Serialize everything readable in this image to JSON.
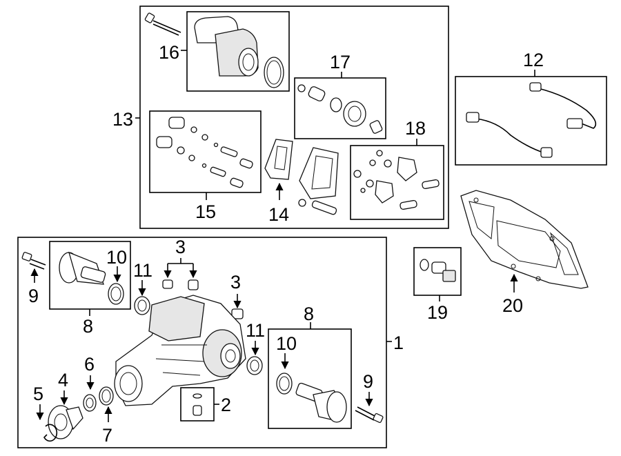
{
  "diagram": {
    "callouts": {
      "c1": "1",
      "c2": "2",
      "c3a": "3",
      "c3b": "3",
      "c4": "4",
      "c5": "5",
      "c6": "6",
      "c7": "7",
      "c8a": "8",
      "c8b": "8",
      "c9a": "9",
      "c9b": "9",
      "c10a": "10",
      "c10b": "10",
      "c11a": "11",
      "c11b": "11",
      "c12": "12",
      "c13": "13",
      "c14": "14",
      "c15": "15",
      "c16": "16",
      "c17": "17",
      "c18": "18",
      "c19": "19",
      "c20": "20"
    }
  }
}
